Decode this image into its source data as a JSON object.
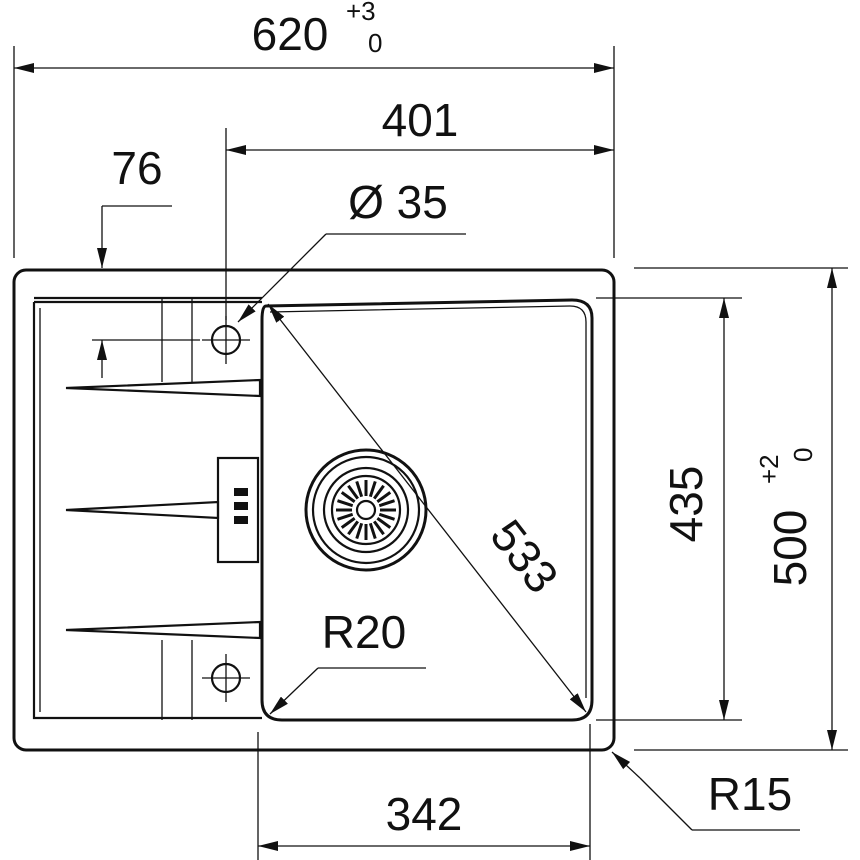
{
  "dimensions": {
    "overall_width": {
      "value": "620",
      "tol_upper": "+3",
      "tol_lower": "0"
    },
    "bowl_width_top": {
      "value": "401"
    },
    "drainer_offset": {
      "value": "76"
    },
    "tap_hole": {
      "value": "Ø 35"
    },
    "bowl_diagonal": {
      "value": "533"
    },
    "bowl_radius": {
      "value": "R20"
    },
    "bowl_depth": {
      "value": "435"
    },
    "overall_depth": {
      "value": "500",
      "tol_upper": "+2",
      "tol_lower": "0"
    },
    "bowl_width_bottom": {
      "value": "342"
    },
    "corner_radius": {
      "value": "R15"
    }
  },
  "colors": {
    "line": "#111111",
    "background": "#ffffff"
  }
}
